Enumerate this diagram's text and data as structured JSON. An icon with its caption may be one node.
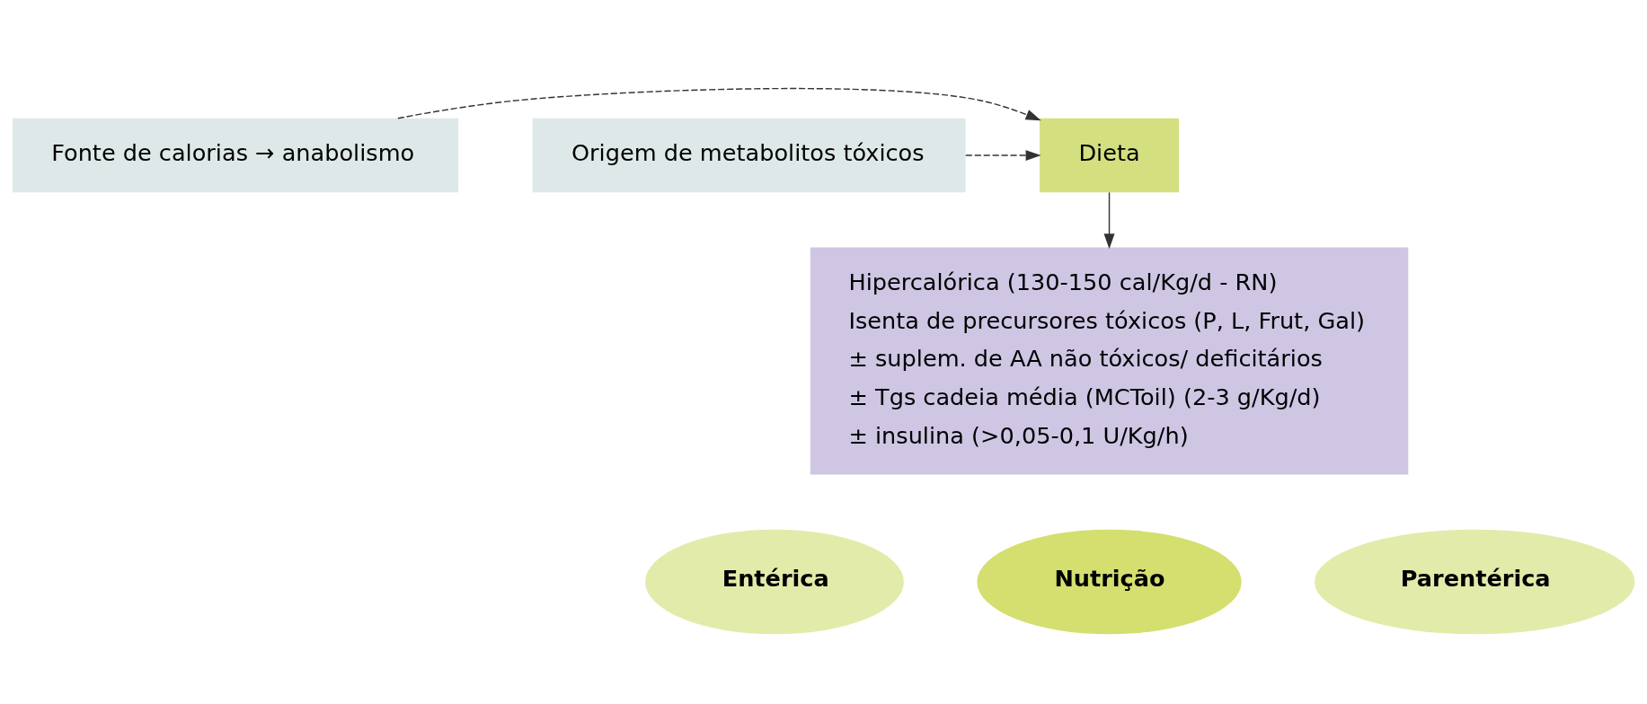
{
  "diagram": {
    "nodes": [
      {
        "text": [
          "Fonte de calorias → anabolismo"
        ]
      },
      {
        "text": [
          "Dieta"
        ]
      },
      {
        "text": [
          "Origem de metabolitos tóxicos"
        ]
      },
      {
        "text": [
          "Hipercalórica (130-150 cal/Kg/d - RN)",
          "Isenta de precursores tóxicos (P, L, Frut, Gal)",
          "± suplem. de AA não tóxicos/ deficitários",
          "± Tgs cadeia média (MCToil) (2-3 g/Kg/d)",
          "± insulina (>0,05-0,1 U/Kg/h)"
        ]
      },
      {
        "text": [
          "Entérica"
        ]
      },
      {
        "text": [
          "Nutrição"
        ]
      },
      {
        "text": [
          "Parentérica"
        ]
      }
    ],
    "edges": [
      {
        "from": 0,
        "to": 1,
        "arrow": "to",
        "style": "dashed"
      },
      {
        "from": 2,
        "to": 1,
        "arrow": "to",
        "style": "dashed"
      },
      {
        "from": 1,
        "to": 3,
        "arrow": "to"
      }
    ]
  }
}
